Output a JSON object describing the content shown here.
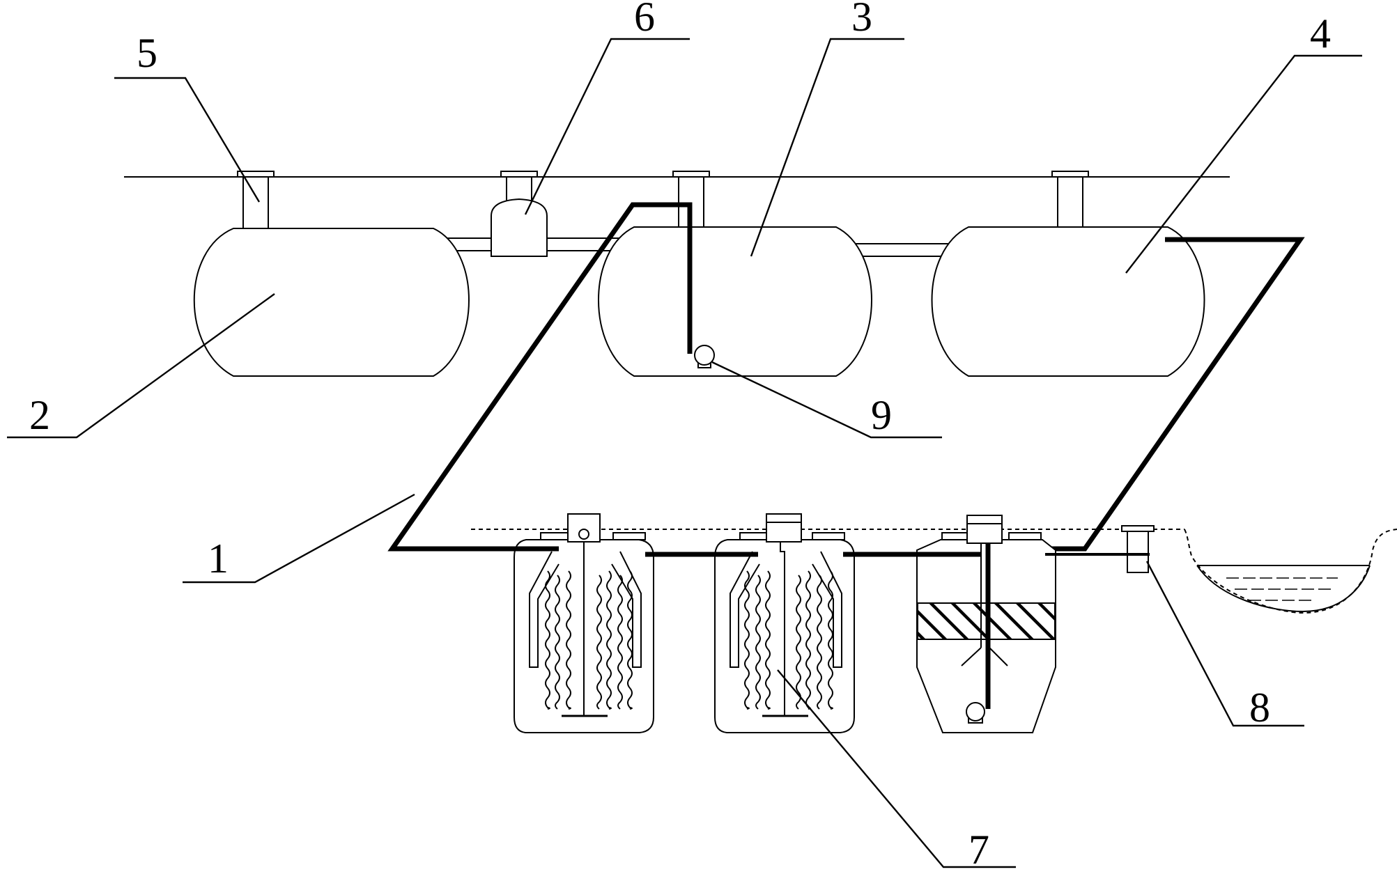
{
  "labels": {
    "n1": "1",
    "n2": "2",
    "n3": "3",
    "n4": "4",
    "n5": "5",
    "n6": "6",
    "n7": "7",
    "n8": "8",
    "n9": "9"
  }
}
